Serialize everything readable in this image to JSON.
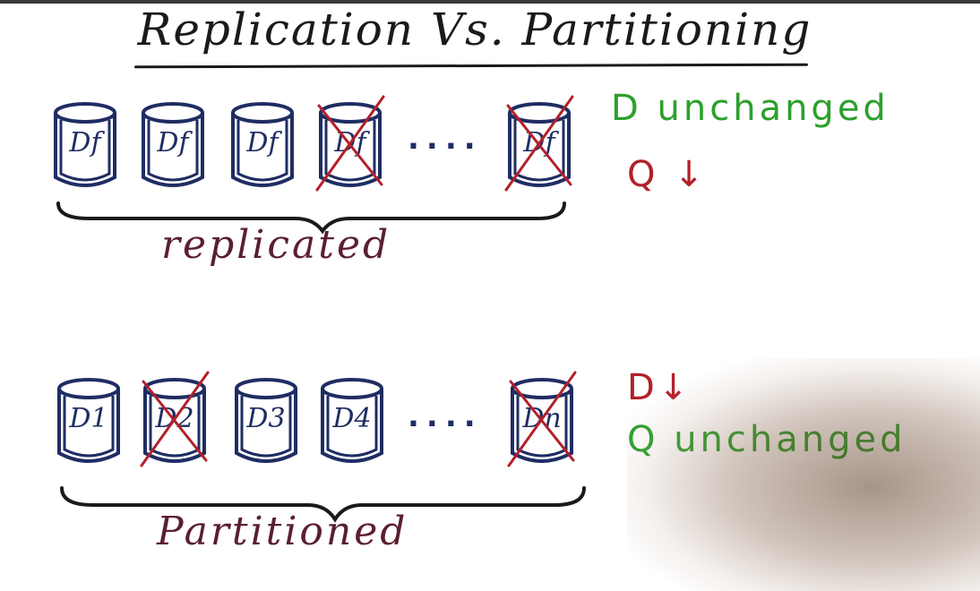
{
  "title": "Replication Vs. Partitioning",
  "replicated": {
    "cylinders": [
      {
        "label": "Df",
        "crossed": false
      },
      {
        "label": "Df",
        "crossed": false
      },
      {
        "label": "Df",
        "crossed": false
      },
      {
        "label": "Df",
        "crossed": true
      },
      {
        "label": "Df",
        "crossed": true
      }
    ],
    "ellipsis": "....",
    "group_label": "replicated",
    "notes": [
      {
        "text": "D unchanged",
        "color": "#2ca02c"
      },
      {
        "text": "Q ↓",
        "color": "#b3202a"
      }
    ]
  },
  "partitioned": {
    "cylinders": [
      {
        "label": "D1",
        "crossed": false
      },
      {
        "label": "D2",
        "crossed": true
      },
      {
        "label": "D3",
        "crossed": false
      },
      {
        "label": "D4",
        "crossed": false
      },
      {
        "label": "Dn",
        "crossed": true
      }
    ],
    "ellipsis": "....",
    "group_label": "Partitioned",
    "notes": [
      {
        "text": "D↓",
        "color": "#b3202a"
      },
      {
        "text": "Q unchanged",
        "color": "#2ca02c"
      }
    ]
  },
  "colors": {
    "ink_blue": "#1f2d63",
    "cross_red": "#b3202a",
    "label_maroon": "#5a1f2e",
    "green": "#2ca02c"
  }
}
